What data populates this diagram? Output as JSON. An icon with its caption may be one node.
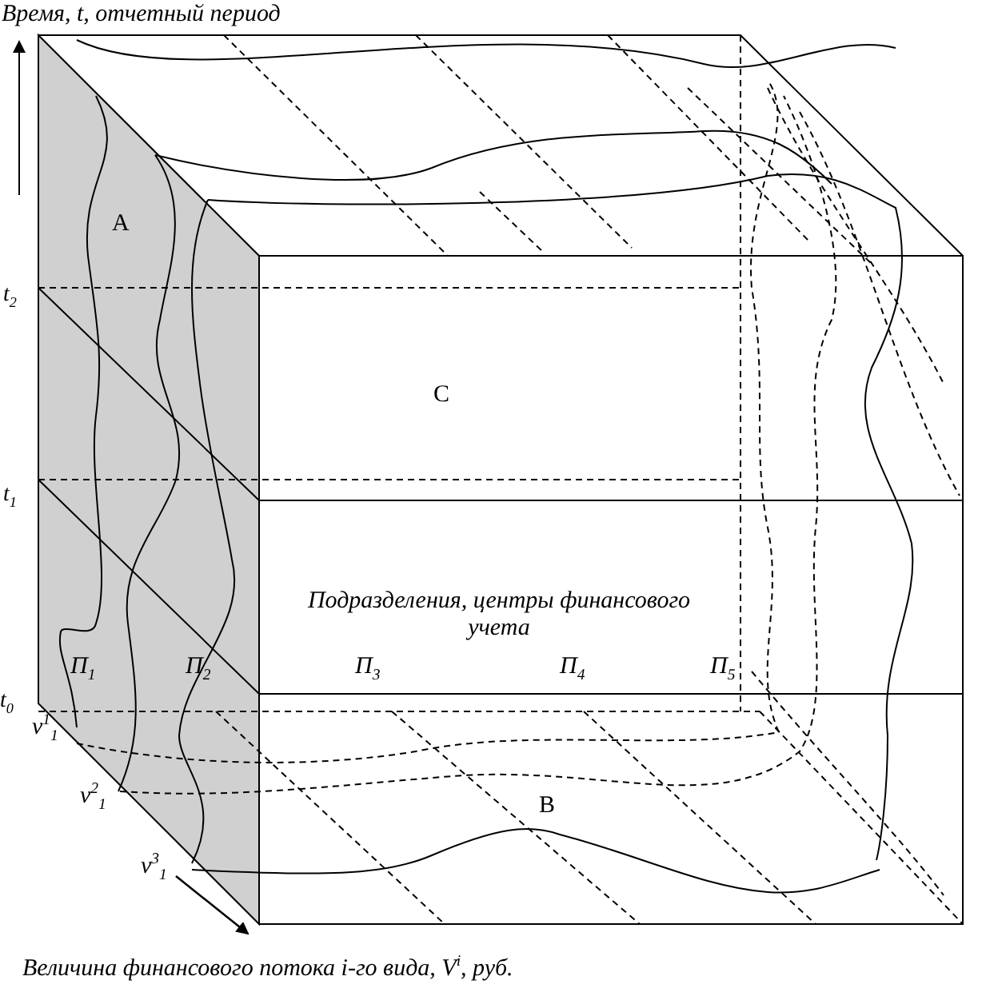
{
  "diagram": {
    "labels": [
      "Время, t, отчетный период",
      "A",
      "t$_{2}$",
      "C",
      "t$_{1}$",
      "Подразделения, центры финансового учета",
      "П$_{1}$",
      "П$_{2}$",
      "П$_{3}$",
      "П$_{4}$",
      "П$_{5}$",
      "t$_{0}$",
      "v$^{1}$$_{1}$",
      "B",
      "v$^{2}$$_{1}$",
      "v$^{3}$$_{1}$",
      "Величина финансового потока i-го вида, V$^{i}$, руб."
    ]
  }
}
